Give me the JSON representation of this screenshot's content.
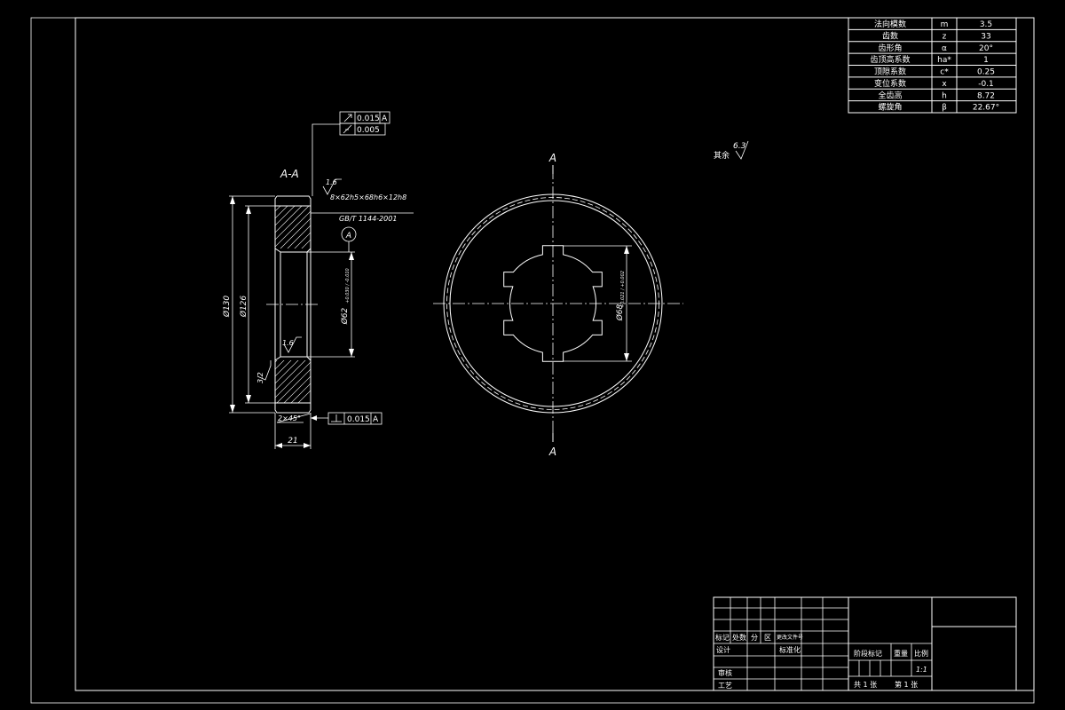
{
  "section_title": "A-A",
  "section_markers": {
    "top": "A",
    "bottom": "A"
  },
  "params_table": [
    {
      "name": "法向模数",
      "symbol": "m",
      "value": "3.5"
    },
    {
      "name": "齿数",
      "symbol": "z",
      "value": "33"
    },
    {
      "name": "齿形角",
      "symbol": "α",
      "value": "20°"
    },
    {
      "name": "齿顶高系数",
      "symbol": "ha*",
      "value": "1"
    },
    {
      "name": "顶隙系数",
      "symbol": "c*",
      "value": "0.25"
    },
    {
      "name": "变位系数",
      "symbol": "x",
      "value": "-0.1"
    },
    {
      "name": "全齿高",
      "symbol": "h",
      "value": "8.72"
    },
    {
      "name": "螺旋角",
      "symbol": "β",
      "value": "22.67°"
    }
  ],
  "tolerances": {
    "runout_1": "0.015",
    "runout_1_datum": "A",
    "runout_2": "0.005",
    "perp": "0.015",
    "perp_datum": "A",
    "datum_label": "A"
  },
  "annotations": {
    "roughness_top": "1.6",
    "roughness_bore": "1.6",
    "roughness_face": "3.2",
    "roughness_rest_label": "其余",
    "roughness_rest": "6.3",
    "spline_spec": "8×62h5×68h6×12h8",
    "standard": "GB/T 1144-2001",
    "chamfer": "2×45°"
  },
  "dimensions": {
    "d_outer": "Ø130",
    "d_root": "Ø126",
    "d_bore": "Ø62",
    "d_bore_tol": "+0.030 / -0.010",
    "width": "21",
    "d_spline": "Ø68",
    "d_spline_tol": "+0.021 / +0.002"
  },
  "title_block": {
    "row_marks": [
      "标记",
      "处数",
      "分",
      "区",
      "更改文件号"
    ],
    "design": "设计",
    "standardize": "标准化",
    "review": "审核",
    "process": "工艺",
    "stage_mark": "阶段标记",
    "weight": "重量",
    "scale_label": "比例",
    "scale": "1:1",
    "sheets_total": "共 1 张",
    "sheet_no": "第 1 张"
  }
}
